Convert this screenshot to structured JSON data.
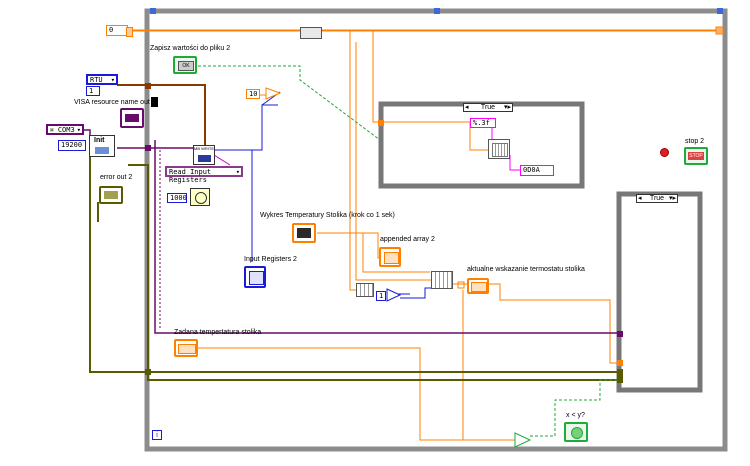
{
  "constants": {
    "zero": "0",
    "rtu": "RTU",
    "rtu_index": "1",
    "com": "COM3",
    "baud": "19200",
    "ten": "10",
    "wait_ms": "1000",
    "one": "1",
    "format": "%.3f",
    "eol": "0D0A",
    "read_mode": "Read Input Registers"
  },
  "labels": {
    "save_to_file": "Zapisz wartości do pliku 2",
    "visa_out": "VISA resource name out 2",
    "init": "Init",
    "error_out": "error out 2",
    "chart_title": "Wykres Temperatury Stolika (krok co 1 sek)",
    "appended_array": "appended array 2",
    "input_registers": "Input Registers 2",
    "thermostat": "aktualne wskazanie termostatu stolika",
    "setpoint": "Zadana tempertatura stolika",
    "stop": "stop 2",
    "compare": "x < y?",
    "case_true_1": "True",
    "case_true_2": "True",
    "ok_button": "OK",
    "stop_button": "STOP",
    "loop_iteration": "i",
    "write_vi": "MB WRITE"
  },
  "colors": {
    "loop_border": "#8c8c8c",
    "wire_orange": "#ff8000",
    "wire_blue": "#1a1ad8",
    "wire_purple": "#6a0a6a",
    "wire_olive": "#5a5a00",
    "wire_green": "#1faa3a",
    "wire_pink": "#ff00ff",
    "wire_brown": "#8a3a00"
  }
}
